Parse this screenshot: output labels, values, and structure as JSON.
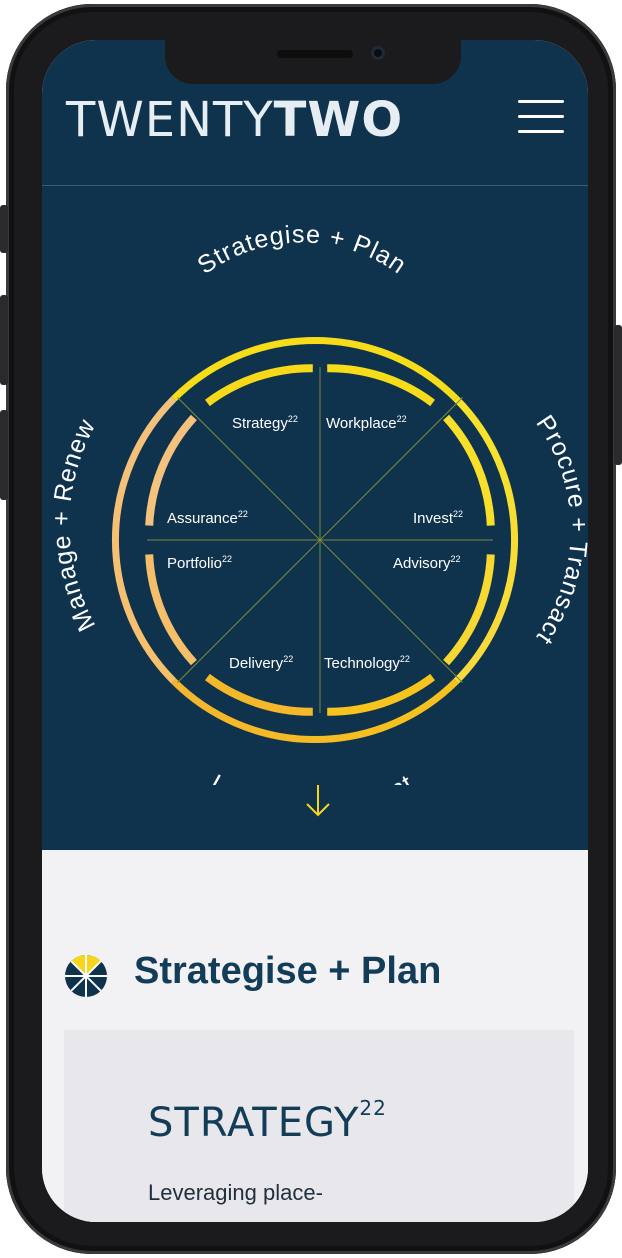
{
  "header": {
    "logo_light": "TWENTY",
    "logo_bold": "TWO",
    "menu_icon": "hamburger-menu-icon"
  },
  "wheel": {
    "outer_labels": {
      "top": "Strategise + Plan",
      "right": "Procure + Transact",
      "bottom": "Lead + Implement",
      "left": "Manage + Renew"
    },
    "segments": [
      {
        "name": "Strategy",
        "sup": "22"
      },
      {
        "name": "Workplace",
        "sup": "22"
      },
      {
        "name": "Invest",
        "sup": "22"
      },
      {
        "name": "Advisory",
        "sup": "22"
      },
      {
        "name": "Technology",
        "sup": "22"
      },
      {
        "name": "Delivery",
        "sup": "22"
      },
      {
        "name": "Portfolio",
        "sup": "22"
      },
      {
        "name": "Assurance",
        "sup": "22"
      }
    ],
    "scroll_icon": "arrow-down-icon"
  },
  "section": {
    "icon": "wheel-segment-icon",
    "title": "Strategise + Plan"
  },
  "card": {
    "title": "STRATEGY",
    "title_sup": "22",
    "text": "Leveraging place-"
  },
  "colors": {
    "navy": "#0f334d",
    "yellow": "#f7d51c",
    "orange": "#f5b52a",
    "peach": "#f6c37c"
  }
}
